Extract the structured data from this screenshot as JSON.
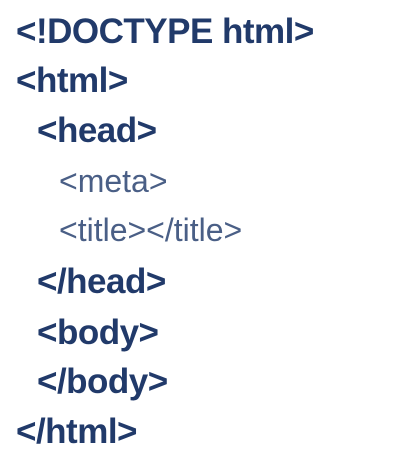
{
  "code_lines": [
    "<!DOCTYPE html>",
    "<html>",
    "<head>",
    "<meta>",
    "<title></title>",
    "</head>",
    "<body>",
    "</body>",
    "</html>"
  ],
  "colors": {
    "bold_text": "#213a6a",
    "light_text": "#4a5f86",
    "background": "#ffffff"
  }
}
